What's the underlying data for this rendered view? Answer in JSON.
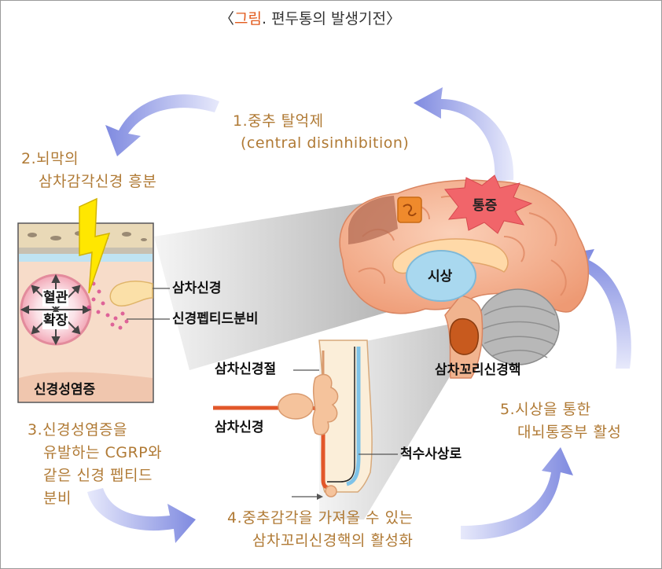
{
  "title": {
    "open": "〈",
    "accent": "그림",
    "rest": ". 편두통의 발생기전〉"
  },
  "steps": {
    "s1_line1": "1.중추 탈억제",
    "s1_line2": "(central disinhibition)",
    "s2_line1": "2.뇌막의",
    "s2_line2": "삼차감각신경 흥분",
    "s3_line1": "3.신경성염증을",
    "s3_line2": "유발하는 CGRP와",
    "s3_line3": "같은 신경 펩티드",
    "s3_line4": "분비",
    "s4_line1": "4.중추감각을 가져올 수 있는",
    "s4_line2": "삼차꼬리신경핵의 활성화",
    "s5_line1": "5.시상을 통한",
    "s5_line2": "대뇌통증부 활성"
  },
  "labels": {
    "pain": "통증",
    "thalamus": "시상",
    "vasodilation_1": "혈관",
    "vasodilation_2": "확장",
    "trigeminal_nerve_top": "삼차신경",
    "neuropeptide_release": "신경펩티드분비",
    "neurogenic_inflammation": "신경성염증",
    "trigeminal_ganglion": "삼차신경절",
    "trigeminal_nerve_bottom": "삼차신경",
    "spinal_trigeminal_nucleus": "삼차꼬리신경핵",
    "spinothalamic_tract": "척수사상로"
  },
  "colors": {
    "step_text": "#b07a35",
    "arrow": "#8f99e6",
    "brain": "#f4a986",
    "nerve": "#e2572a",
    "thalamus": "#a9d8ef",
    "title_accent": "#e25a1c"
  }
}
